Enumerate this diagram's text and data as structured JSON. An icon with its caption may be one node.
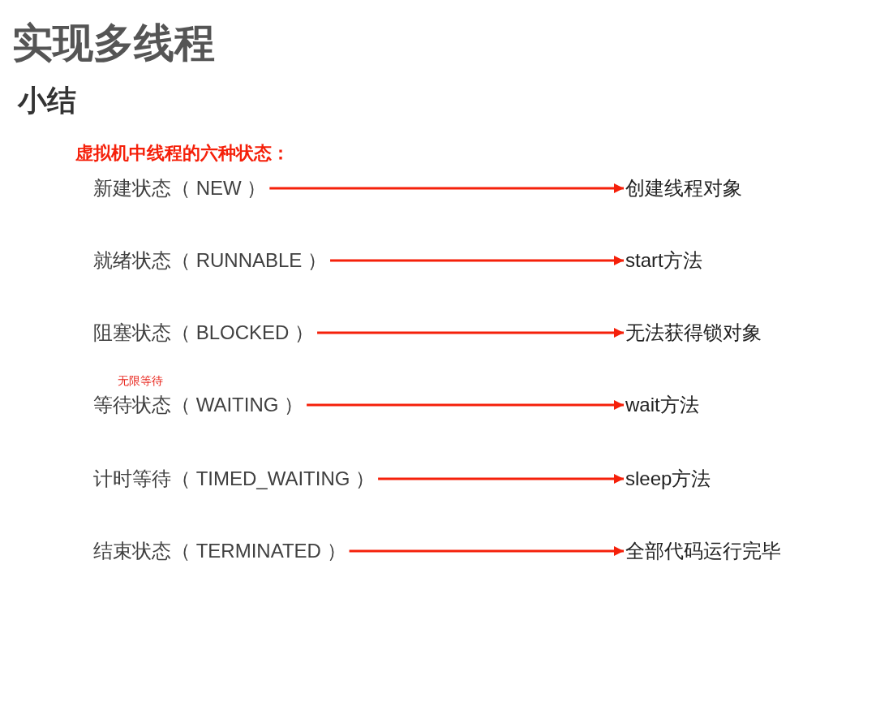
{
  "diagram": {
    "title": "实现多线程",
    "nodes": [
      {
        "text": [
          "新建状态（ NEW ）"
        ]
      },
      {
        "text": [
          "创建线程对象"
        ]
      },
      {
        "text": [
          "就绪状态（ RUNNABLE ）"
        ]
      },
      {
        "text": [
          "start方法"
        ]
      },
      {
        "text": [
          "阻塞状态（ BLOCKED ）"
        ]
      },
      {
        "text": [
          "无法获得锁对象"
        ]
      },
      {
        "text": [
          "等待状态（ WAITING ）"
        ],
        "beside": [
          "无限等待"
        ]
      },
      {
        "text": [
          "wait方法"
        ]
      },
      {
        "text": [
          "计时等待（ TIMED_WAITING ）"
        ]
      },
      {
        "text": [
          "sleep方法"
        ]
      },
      {
        "text": [
          "结束状态（ TERMINATED ）"
        ]
      },
      {
        "text": [
          "全部代码运行完毕"
        ]
      }
    ],
    "edges": [
      {
        "from": 0,
        "to": 1,
        "arrow": "to"
      },
      {
        "from": 2,
        "to": 3,
        "arrow": "to"
      },
      {
        "from": 4,
        "to": 5,
        "arrow": "to"
      },
      {
        "from": 6,
        "to": 7,
        "arrow": "to"
      },
      {
        "from": 8,
        "to": 9,
        "arrow": "to"
      },
      {
        "from": 10,
        "to": 11,
        "arrow": "to"
      }
    ],
    "labels": [
      "小结",
      "虚拟机中线程的六种状态："
    ]
  }
}
